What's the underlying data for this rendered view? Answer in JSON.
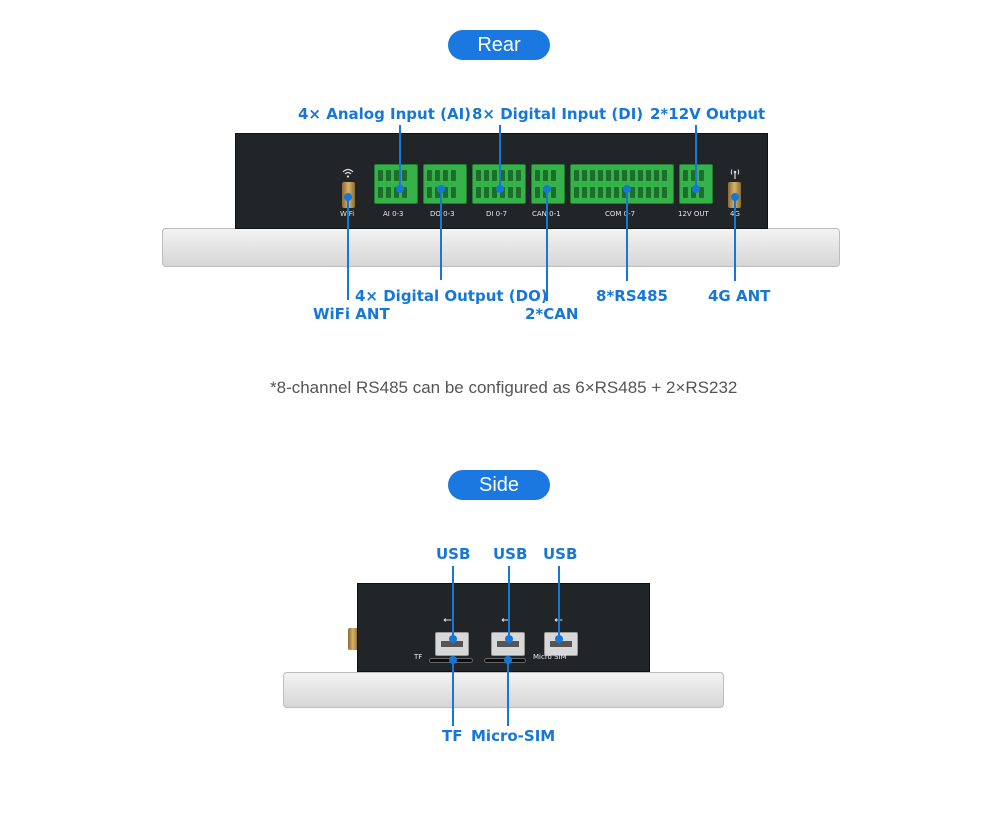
{
  "rear": {
    "title": "Rear",
    "labels": {
      "ai": "4× Analog Input (AI)",
      "di": "8× Digital Input (DI)",
      "out12v": "2*12V Output",
      "do": "4× Digital Output (DO)",
      "wifi": "WiFi ANT",
      "can": "2*CAN",
      "rs485": "8*RS485",
      "ant4g": "4G ANT"
    },
    "port_labels": {
      "wifi": "WiFi",
      "ai": "AI 0-3",
      "do": "DO 0-3",
      "di": "DI 0-7",
      "can": "CAN 0-1",
      "com": "COM 0-7",
      "out": "12V OUT",
      "g4": "4G"
    },
    "icons": [
      "wifi-icon",
      "antenna-4g-icon"
    ]
  },
  "note": "*8-channel RS485 can be configured as 6×RS485 + 2×RS232",
  "side": {
    "title": "Side",
    "labels": {
      "usb1": "USB",
      "usb2": "USB",
      "usb3": "USB",
      "tf": "TF",
      "microsim": "Micro-SIM"
    },
    "port_labels": {
      "tf": "TF",
      "microsim": "Micro SIM"
    },
    "icons": [
      "usb-icon"
    ]
  },
  "colors": {
    "accent": "#1a78e0",
    "label": "#1777d8",
    "terminal": "#35b34a",
    "housing": "#222528",
    "bezel": "#d6d6d6"
  }
}
